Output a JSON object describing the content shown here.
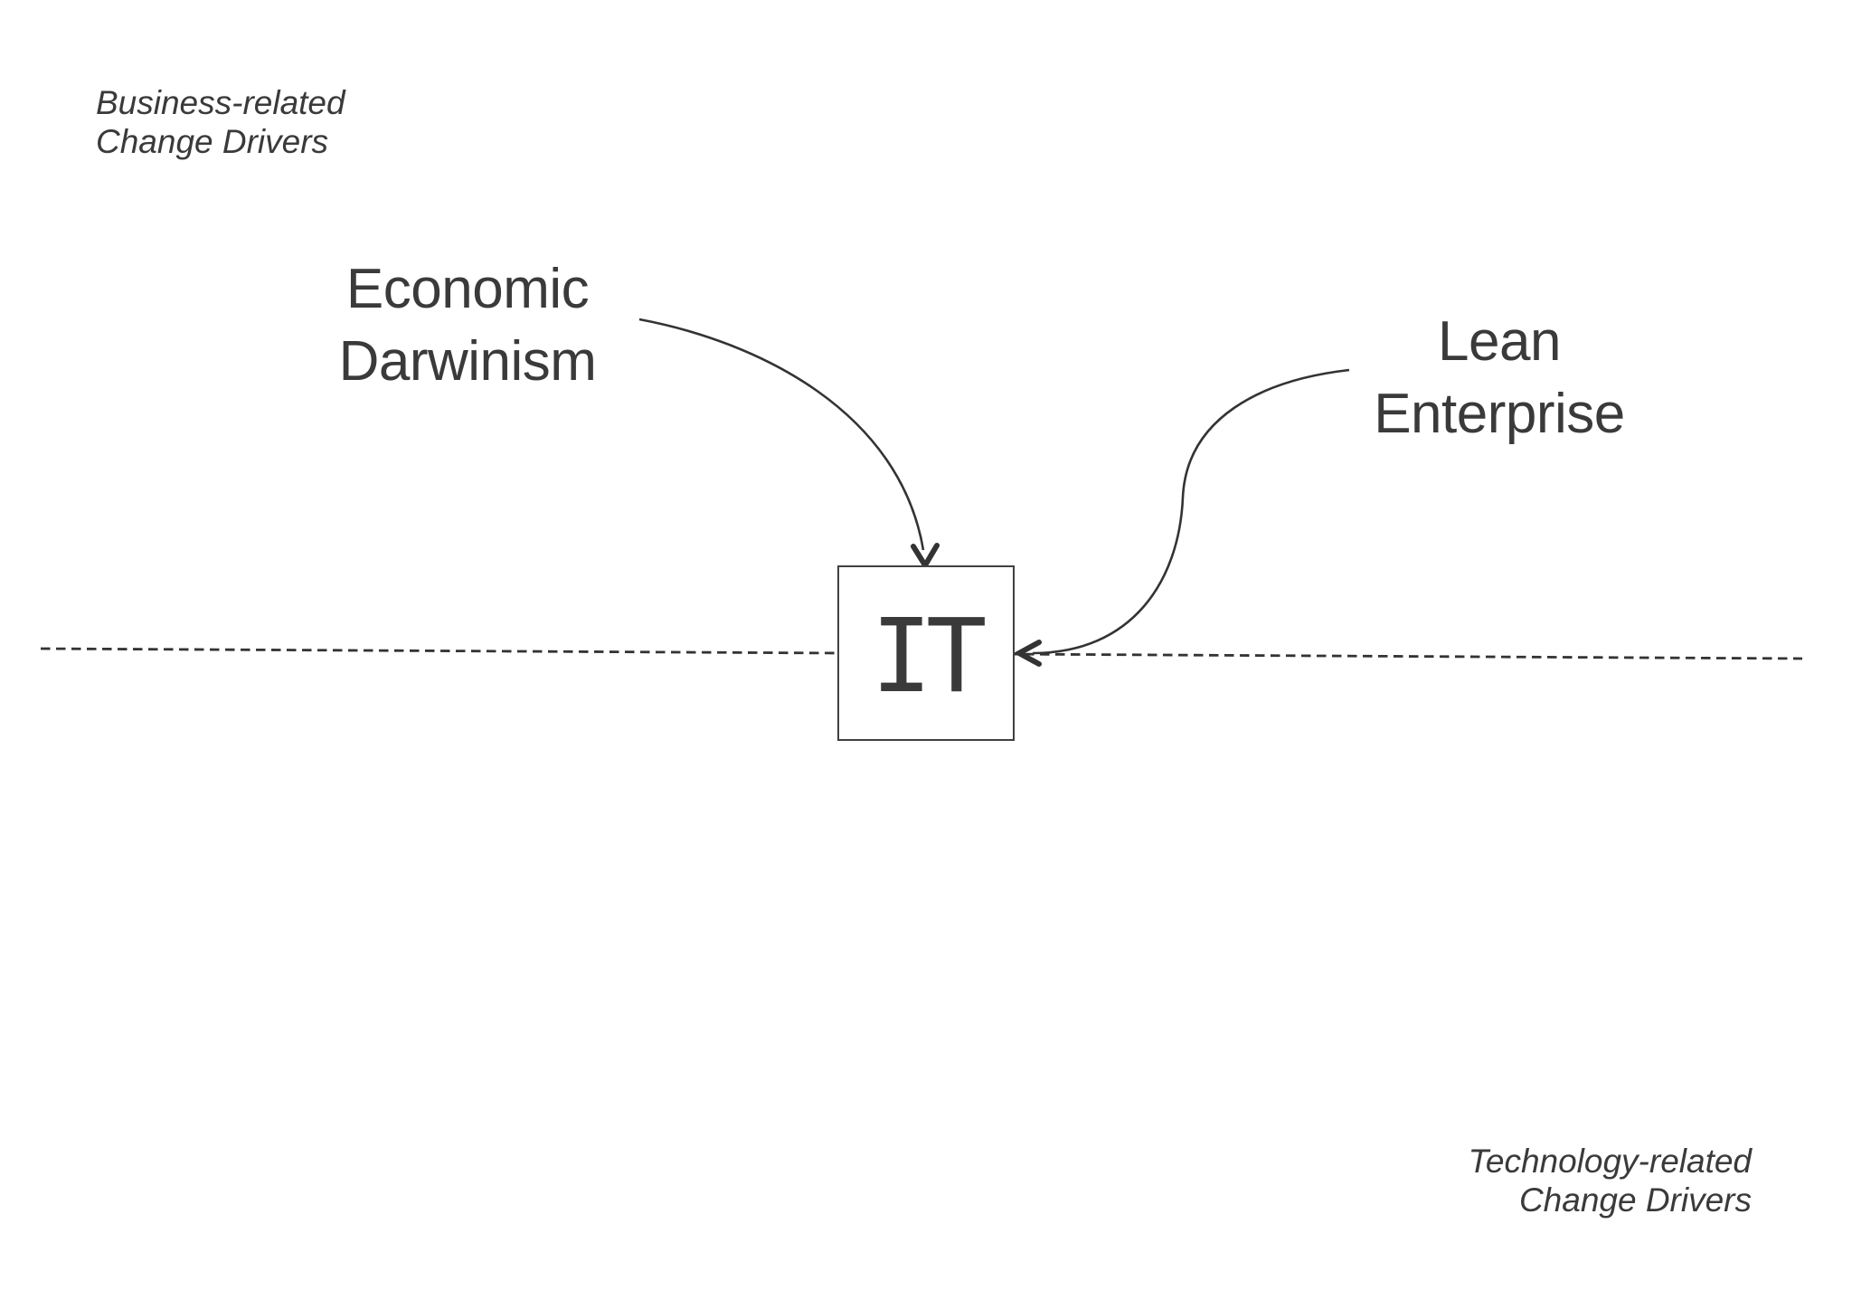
{
  "quadrants": {
    "business": {
      "line1": "Business-related",
      "line2": "Change Drivers"
    },
    "technology": {
      "line1": "Technology-related",
      "line2": "Change Drivers"
    }
  },
  "drivers": {
    "economic": {
      "line1": "Economic",
      "line2": "Darwinism"
    },
    "lean": {
      "line1": "Lean",
      "line2": "Enterprise"
    }
  },
  "center_box": {
    "label": "IT"
  },
  "colors": {
    "ink": "#3a3a3a",
    "line": "#333333",
    "box_border": "#404040",
    "background": "#ffffff"
  }
}
